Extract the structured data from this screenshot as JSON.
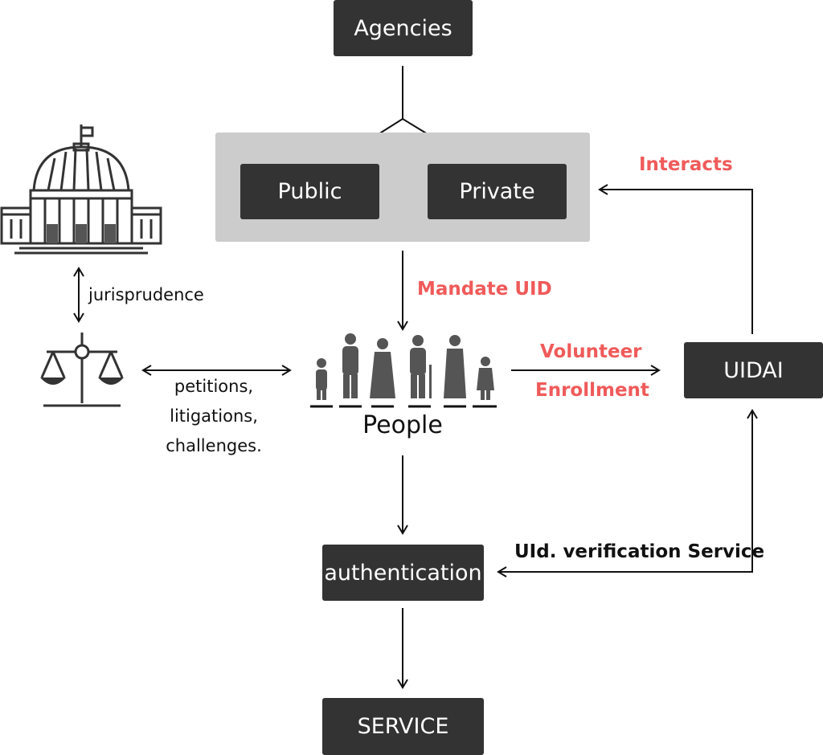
{
  "nodes": {
    "agencies": "Agencies",
    "public": "Public",
    "private": "Private",
    "uidai": "UIDAI",
    "people": "People",
    "authentication": "authentication",
    "service": "SERVICE"
  },
  "edges": {
    "jurisprudence": "jurisprudence",
    "petitions_lines": [
      "petitions,",
      "litigations,",
      "challenges."
    ],
    "mandate_uid": "Mandate UID",
    "volunteer": "Volunteer",
    "enrollment": "Enrollment",
    "interacts": "Interacts",
    "verification": "UId. verification Service"
  },
  "icons": {
    "parliament": "parliament-building-icon",
    "justice": "scales-of-justice-icon",
    "people": "people-group-icon"
  },
  "colors": {
    "box": "#333333",
    "group": "#cccccc",
    "accent": "#f05a5a",
    "line": "#111111"
  }
}
